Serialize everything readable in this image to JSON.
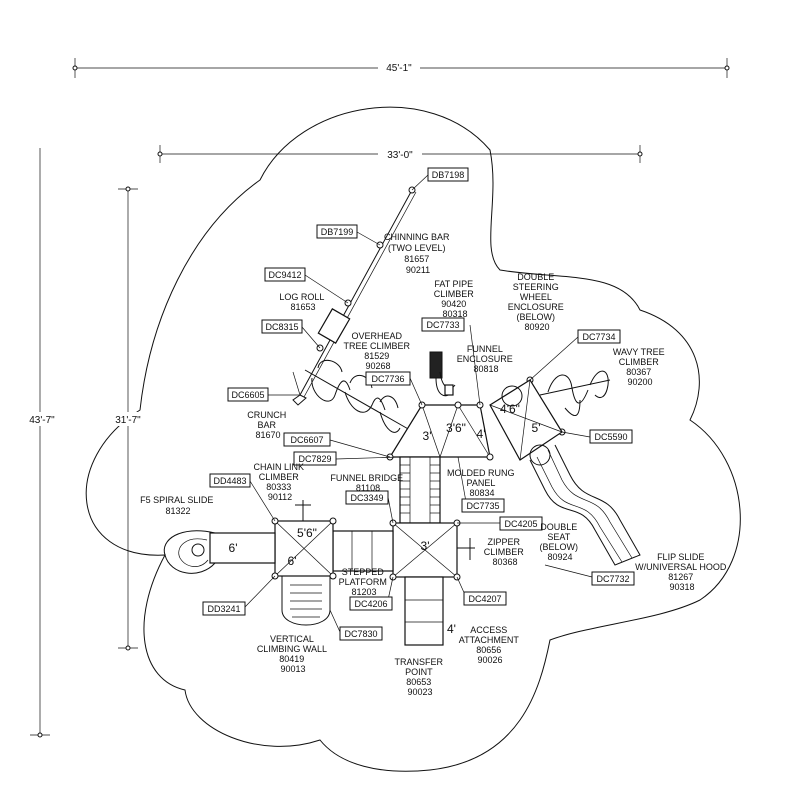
{
  "dimensions": {
    "overall_width": "45'-1\"",
    "inner_width": "33'-0\"",
    "overall_height": "43'-7\"",
    "inner_height": "31'-7\""
  },
  "deck_sizes": {
    "left_a": "6'",
    "left_b": "6'",
    "left_deck": "5'6\"",
    "center_deck": "3'",
    "top_a": "3'",
    "top_b": "3'6\"",
    "top_c": "4'",
    "top_d": "4'6\"",
    "right_deck": "5'",
    "bottom_deck": "4'"
  },
  "codes": {
    "db7198": "DB7198",
    "db7199": "DB7199",
    "dc9412": "DC9412",
    "dc8315": "DC8315",
    "dc6605": "DC6605",
    "dc6607": "DC6607",
    "dc7829": "DC7829",
    "dd4483": "DD4483",
    "dc3349": "DC3349",
    "dc7736": "DC7736",
    "dc7733": "DC7733",
    "dc7734": "DC7734",
    "dc5590": "DC5590",
    "dc7735": "DC7735",
    "dc4205": "DC4205",
    "dc7732": "DC7732",
    "dc4206": "DC4206",
    "dc4207": "DC4207",
    "dd3241": "DD3241",
    "dc7830": "DC7830"
  },
  "components": {
    "chinning_bar": [
      "CHINNING BAR",
      "(TWO LEVEL)",
      "81657",
      "90211"
    ],
    "log_roll": [
      "LOG ROLL",
      "81653"
    ],
    "overhead_tree": [
      "OVERHEAD",
      "TREE CLIMBER",
      "81529",
      "90268"
    ],
    "crunch_bar": [
      "CRUNCH",
      "BAR",
      "81670"
    ],
    "fat_pipe": [
      "FAT PIPE",
      "CLIMBER",
      "90420",
      "80318"
    ],
    "double_steering": [
      "DOUBLE",
      "STEERING",
      "WHEEL",
      "ENCLOSURE",
      "(BELOW)",
      "80920"
    ],
    "funnel_enclosure": [
      "FUNNEL",
      "ENCLOSURE",
      "80818"
    ],
    "wavy_tree": [
      "WAVY TREE",
      "CLIMBER",
      "80367",
      "90200"
    ],
    "chain_link": [
      "CHAIN LINK",
      "CLIMBER",
      "80333",
      "90112"
    ],
    "funnel_bridge": [
      "FUNNEL BRIDGE",
      "81108"
    ],
    "molded_rung": [
      "MOLDED RUNG",
      "PANEL",
      "80834"
    ],
    "double_seat": [
      "DOUBLE",
      "SEAT",
      "(BELOW)",
      "80924"
    ],
    "f5_spiral": [
      "F5 SPIRAL SLIDE",
      "81322"
    ],
    "zipper": [
      "ZIPPER",
      "CLIMBER",
      "80368"
    ],
    "flip_slide": [
      "FLIP SLIDE",
      "W/UNIVERSAL HOOD",
      "81267",
      "90318"
    ],
    "stepped_platform": [
      "STEPPED",
      "PLATFORM",
      "81203"
    ],
    "access_attachment": [
      "ACCESS",
      "ATTACHMENT",
      "80656",
      "90026"
    ],
    "vertical_wall": [
      "VERTICAL",
      "CLIMBING WALL",
      "80419",
      "90013"
    ],
    "transfer_point": [
      "TRANSFER",
      "POINT",
      "80653",
      "90023"
    ]
  }
}
